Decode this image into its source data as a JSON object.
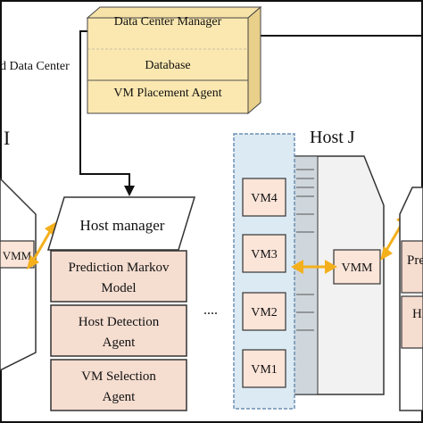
{
  "data_center_manager": {
    "title": "Data Center Manager",
    "components": [
      "Database",
      "VM Placement Agent"
    ]
  },
  "cloud_label": "d Data Center",
  "left_host": {
    "title": "I",
    "vmm_label": "VMM"
  },
  "host_manager": {
    "title": "Host manager",
    "agents": [
      {
        "line1": "Prediction Markov",
        "line2": "Model"
      },
      {
        "line1": "Host Detection",
        "line2": "Agent"
      },
      {
        "line1": "VM Selection",
        "line2": "Agent"
      }
    ]
  },
  "ellipsis": "....",
  "host_j": {
    "title": "Host J",
    "vms": [
      "VM4",
      "VM3",
      "VM2",
      "VM1"
    ],
    "vmm_label": "VMM"
  },
  "right_host": {
    "labels": [
      "Pre",
      "H"
    ]
  },
  "colors": {
    "dcm_fill": "#fbe8b0",
    "agent_fill": "#f5ddd0",
    "vm_panel": "#dceaf4",
    "vmm_fill": "#fbe4d8",
    "arrow_gold": "#f4b01c",
    "line": "#222222"
  }
}
